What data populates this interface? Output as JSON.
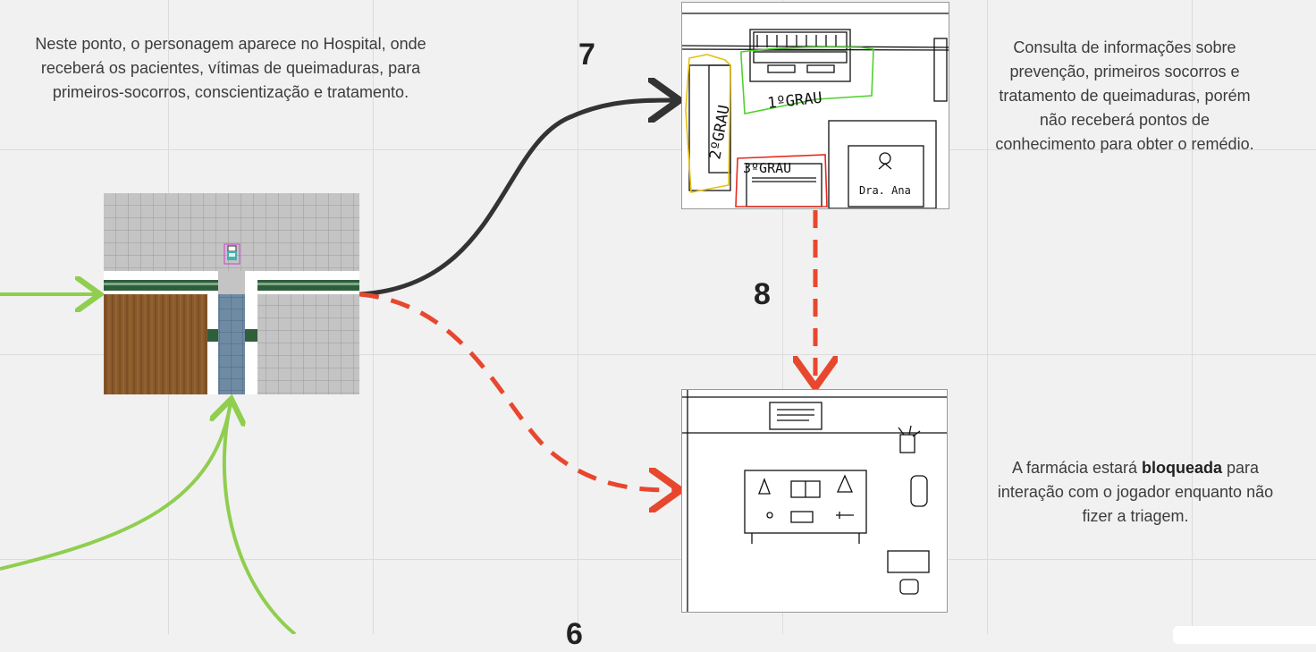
{
  "notes": {
    "hospital": "Neste ponto, o personagem aparece no Hospital, onde receberá os pacientes, vítimas de queimaduras, para primeiros-socorros, conscientização e tratamento.",
    "consulta": "Consulta de informações sobre prevenção, primeiros socorros e tratamento de queimaduras, porém não receberá pontos de conhecimento para obter o remédio.",
    "farmacia_before": "A farmácia estará ",
    "farmacia_bold": "bloqueada",
    "farmacia_after": " para interação com o jogador enquanto não fizer a triagem."
  },
  "steps": {
    "s7": "7",
    "s8": "8",
    "s6": "6"
  },
  "sketch_labels": {
    "grau1": "1ºGRAU",
    "grau2": "2ºGRAU",
    "grau3": "3ºGRAU",
    "doctor": "Dra. Ana"
  },
  "colors": {
    "green_arrow": "#8fce4f",
    "dark_arrow": "#333333",
    "red_arrow": "#e8472e",
    "grid": "#dcdcdc"
  }
}
